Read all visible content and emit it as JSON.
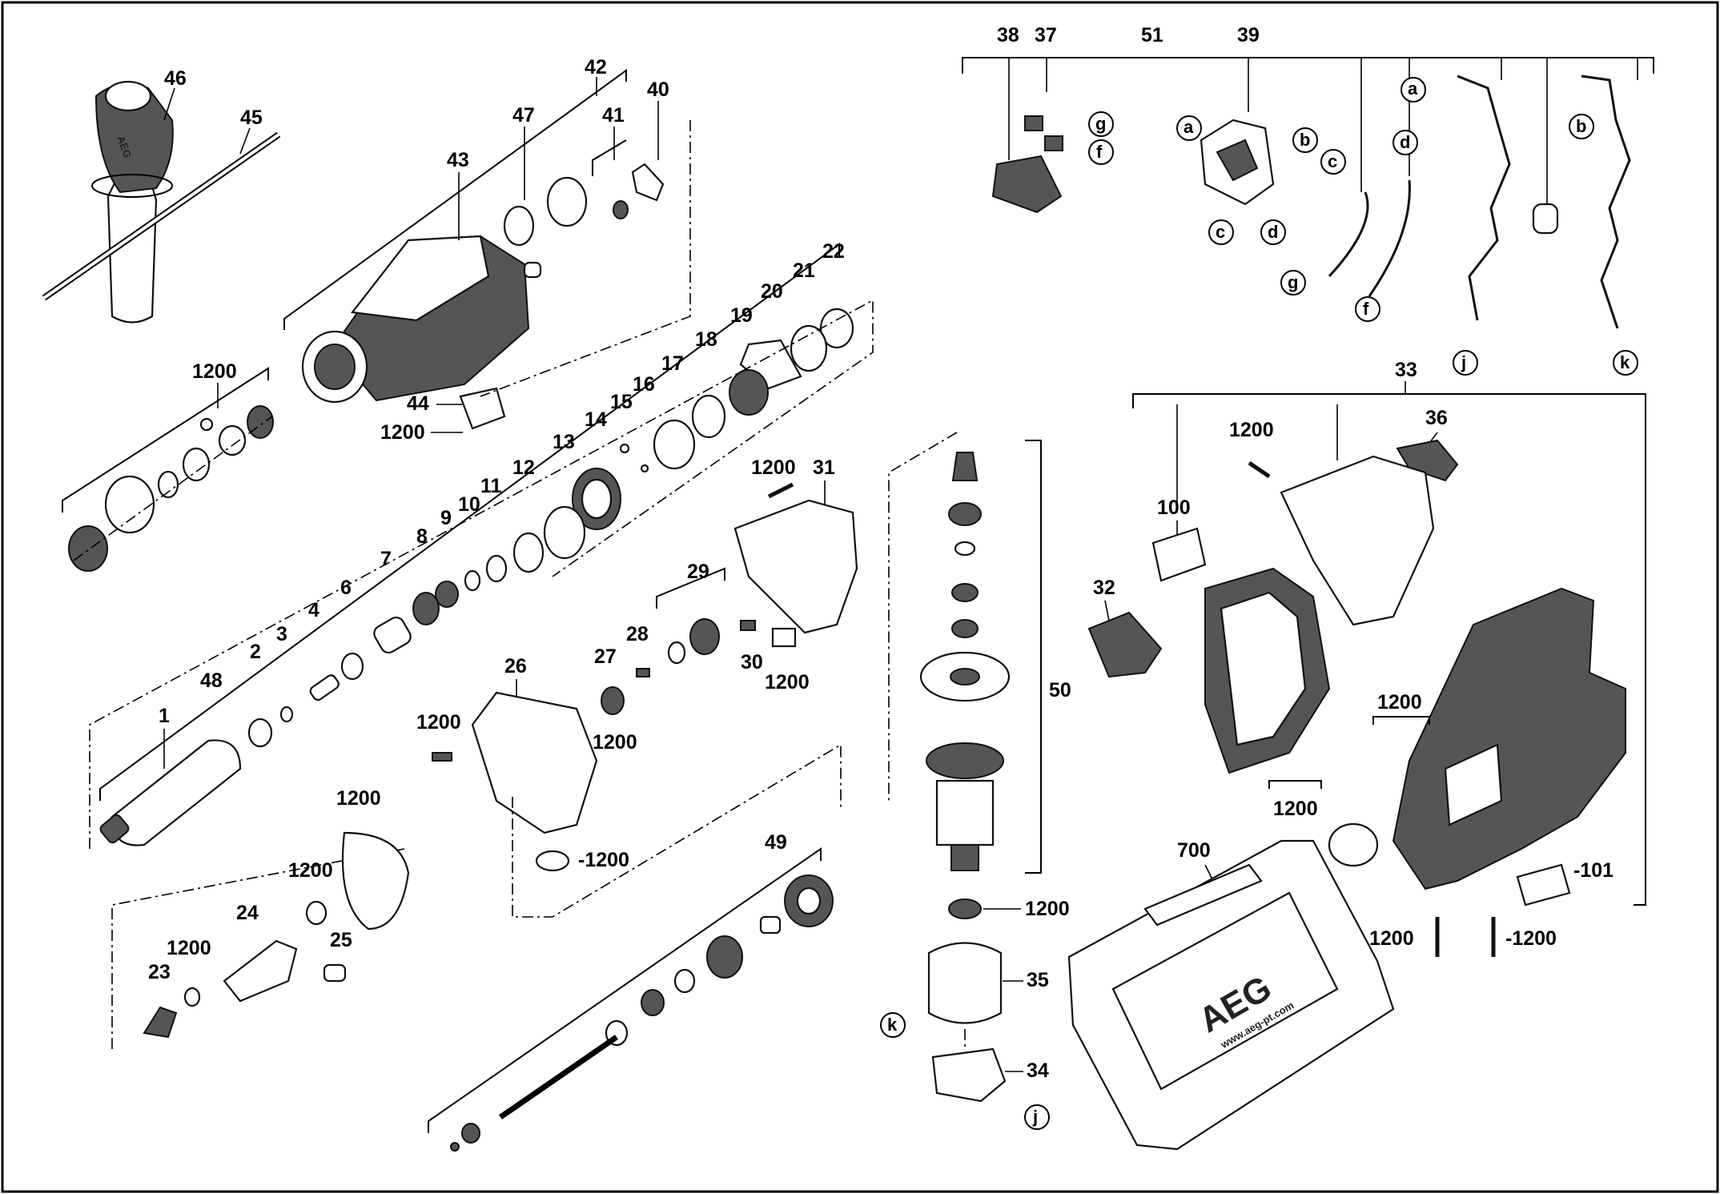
{
  "labels": {
    "l1": "1",
    "l2": "2",
    "l3": "3",
    "l4": "4",
    "l6": "6",
    "l7": "7",
    "l8": "8",
    "l9": "9",
    "l10": "10",
    "l11": "11",
    "l12": "12",
    "l13": "13",
    "l14": "14",
    "l15": "15",
    "l16": "16",
    "l17": "17",
    "l18": "18",
    "l19": "19",
    "l20": "20",
    "l21": "21",
    "l22": "22",
    "l23": "23",
    "l24": "24",
    "l25": "25",
    "l26": "26",
    "l27": "27",
    "l28": "28",
    "l29": "29",
    "l30": "30",
    "l31": "31",
    "l32": "32",
    "l33": "33",
    "l34": "34",
    "l35": "35",
    "l36": "36",
    "l37": "37",
    "l38": "38",
    "l39": "39",
    "l40": "40",
    "l41": "41",
    "l42": "42",
    "l43": "43",
    "l44": "44",
    "l45": "45",
    "l46": "46",
    "l47": "47",
    "l48": "48",
    "l49": "49",
    "l50": "50",
    "l51": "51",
    "l100": "100",
    "l101": "-101",
    "l700": "700",
    "l1200": "1200",
    "l1200neg": "-1200"
  },
  "letters": {
    "a": "a",
    "b": "b",
    "c": "c",
    "d": "d",
    "f": "f",
    "g": "g",
    "j": "j",
    "k": "k"
  },
  "brand": {
    "logo": "AEG",
    "case_logo": "AEG",
    "case_url": "www.aeg-pt.com"
  }
}
